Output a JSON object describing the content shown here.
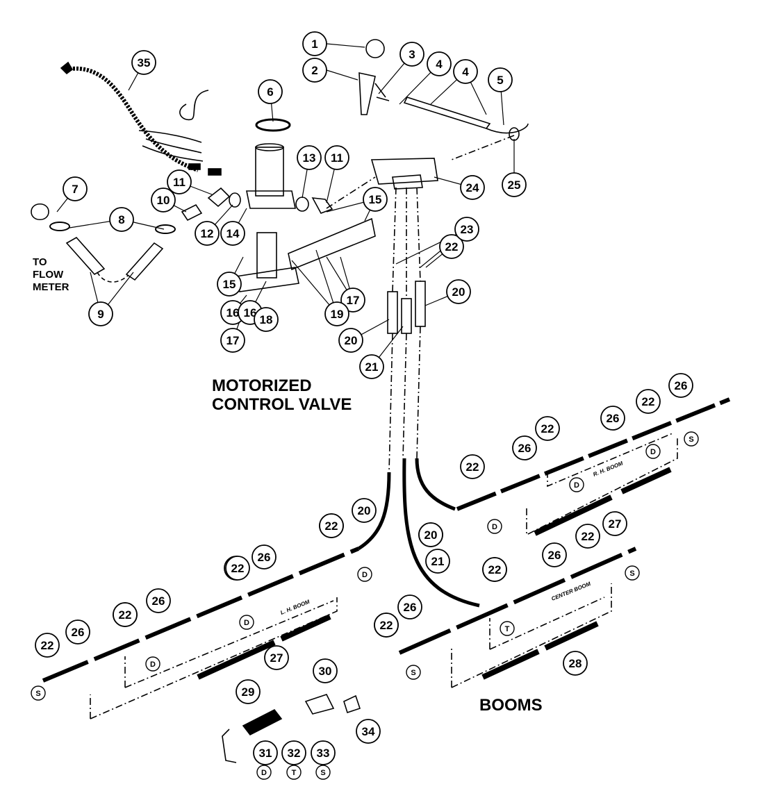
{
  "headings": {
    "motorized_line1": "MOTORIZED",
    "motorized_line2": "CONTROL VALVE",
    "booms": "BOOMS",
    "flow_line1": "TO",
    "flow_line2": "FLOW",
    "flow_line3": "METER"
  },
  "boom_labels": {
    "rh": "R. H. BOOM",
    "lh": "L. H. BOOM",
    "center": "CENTER BOOM"
  },
  "callouts": [
    "1",
    "2",
    "3",
    "4",
    "4",
    "5",
    "6",
    "7",
    "8",
    "9",
    "10",
    "11",
    "11",
    "12",
    "13",
    "14",
    "15",
    "15",
    "16",
    "17",
    "17",
    "16",
    "18",
    "19",
    "20",
    "20",
    "21",
    "22",
    "23",
    "24",
    "25",
    "35",
    "26",
    "26",
    "26",
    "22",
    "22",
    "22",
    "22",
    "20",
    "27",
    "20",
    "26",
    "22",
    "22",
    "26",
    "22",
    "22",
    "26",
    "22",
    "22",
    "22",
    "26",
    "20",
    "21",
    "27",
    "26",
    "22",
    "26",
    "22",
    "22",
    "28",
    "29",
    "30",
    "31",
    "32",
    "33",
    "34"
  ],
  "tip_markers": [
    "S",
    "D",
    "D",
    "D",
    "S",
    "D",
    "D",
    "D",
    "S",
    "T",
    "S",
    "D",
    "T",
    "S"
  ],
  "colors": {
    "ink": "#000000",
    "paper": "#ffffff"
  }
}
